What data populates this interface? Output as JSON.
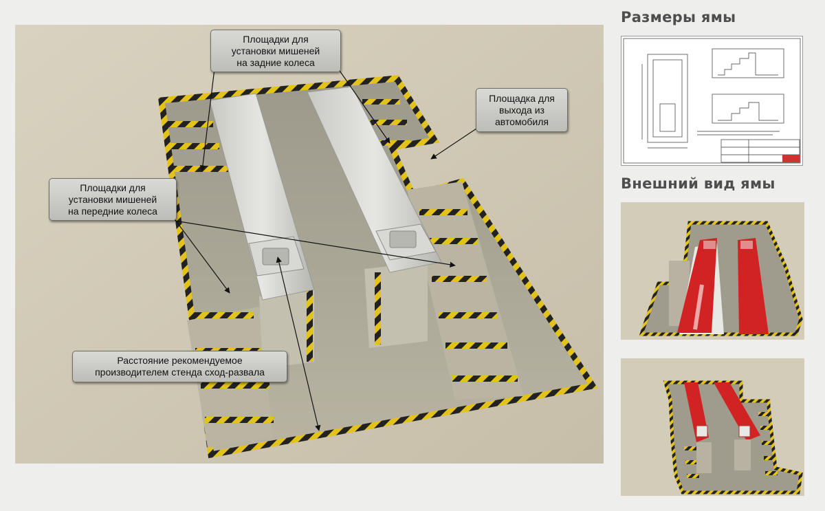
{
  "callouts": {
    "rear": "Площадки для\nустановки мишеней\nна задние колеса",
    "exit": "Площадка для\nвыхода из\nавтомобиля",
    "front": "Площадки для\nустановки мишеней\nна передние колеса",
    "distance": "Расстояние рекомендуемое\nпроизводителем стенда сход-развала"
  },
  "sidebar": {
    "heading_dimensions": "Размеры ямы",
    "heading_appearance": "Внешний вид ямы"
  },
  "colors": {
    "hazard_yellow": "#e3c21a",
    "hazard_black": "#222222",
    "floor": "#cfc6b1",
    "pit_wall": "#a5a294",
    "lift_red": "#d12323"
  }
}
